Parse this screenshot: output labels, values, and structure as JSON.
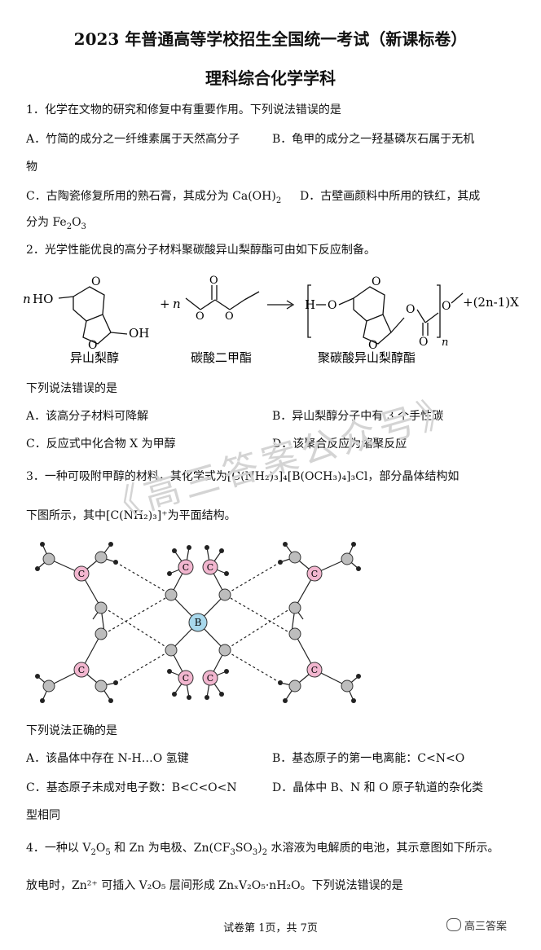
{
  "header": {
    "title": "2023 年普通高等学校招生全国统一考试（新课标卷）",
    "subtitle": "理科综合化学学科"
  },
  "q1": {
    "stem": "1．化学在文物的研究和修复中有重要作用。下列说法错误的是",
    "a": "A．竹简的成分之一纤维素属于天然高分子",
    "b": "B．龟甲的成分之一羟基磷灰石属于无机",
    "b_cont": "物",
    "c_pre": "C．古陶瓷修复所用的熟石膏，其成分为 Ca(OH)",
    "c_sub": "2",
    "d": "D．古壁画颜料中所用的铁红，其成",
    "d_cont_pre": "分为 Fe",
    "d_sub1": "2",
    "d_mid": "O",
    "d_sub2": "3"
  },
  "q2": {
    "stem": "2．光学性能优良的高分子材料聚碳酸异山梨醇酯可由如下反应制备。",
    "scheme": {
      "left_n": "n",
      "ho": "HO",
      "oh": "OH",
      "plus": "+",
      "n2": "n",
      "h": "H",
      "sub_n": "n",
      "byproduct": "+(2n-1)X",
      "o": "O",
      "name1": "异山梨醇",
      "name2": "碳酸二甲酯",
      "name3": "聚碳酸异山梨醇酯"
    },
    "lead": "下列说法错误的是",
    "a": "A．该高分子材料可降解",
    "b": "B．异山梨醇分子中有 3 个手性碳",
    "c": "C．反应式中化合物 X 为甲醇",
    "d": "D．该聚合反应为缩聚反应"
  },
  "q3": {
    "stem_pre": "3．一种可吸附甲醇的材料，其化学式为",
    "formula": "[C(NH₂)₃]₄[B(OCH₃)₄]₃Cl",
    "stem_post": "，部分晶体结构如",
    "line2_pre": "下图所示，其中",
    "cation": "[C(NH₂)₃]⁺",
    "line2_post": "为平面结构。",
    "atom_c": "C",
    "atom_b": "B",
    "lead": "下列说法正确的是",
    "a": "A．该晶体中存在 N-H…O 氢键",
    "b": "B．基态原子的第一电离能：C<N<O",
    "c": "C．基态原子未成对电子数：B<C<O<N",
    "d": "D．晶体中 B、N 和 O 原子轨道的杂化类",
    "d_cont": "型相同"
  },
  "q4": {
    "stem_pre": "4．一种以 V",
    "s1": "2",
    "o1": "O",
    "s2": "5",
    "stem_mid": " 和 Zn 为电极、Zn(CF",
    "s3": "3",
    "stem_mid2": "SO",
    "s4": "3",
    "stem_mid3": ")",
    "s5": "2",
    "stem_post": " 水溶液为电解质的电池，其示意图如下所示。",
    "line2": "放电时，Zn²⁺ 可插入 V₂O₅ 层间形成 ZnₓV₂O₅·nH₂O。下列说法错误的是"
  },
  "watermark": "《高三答案公众号》",
  "footer": "试卷第 1页，共 7页",
  "brand": "高三答案",
  "colors": {
    "carbon": "#f2b6cf",
    "boron": "#a8d8ec",
    "other_atom": "#bdbdbd"
  }
}
